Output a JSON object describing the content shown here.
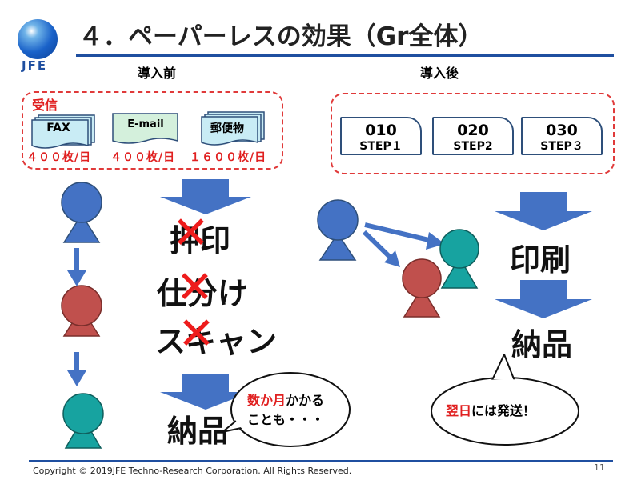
{
  "slide": {
    "title": "４．ペーパーレスの効果（Gr全体）",
    "logo_text": "JFE",
    "before_label": "導入前",
    "after_label": "導入後"
  },
  "receive": {
    "title": "受信",
    "items": [
      {
        "label": "FAX",
        "count": "４００枚/日"
      },
      {
        "label": "E-mail",
        "count": "４００枚/日"
      },
      {
        "label": "郵便物",
        "count": "１６００枚/日"
      }
    ]
  },
  "steps": [
    {
      "number": "010",
      "label": "STEP１"
    },
    {
      "number": "020",
      "label": "STEP2"
    },
    {
      "number": "030",
      "label": "STEP３"
    }
  ],
  "before_process": {
    "items": [
      "押印",
      "仕分け",
      "スキャン"
    ],
    "result": "納品"
  },
  "after_process": {
    "print": "印刷",
    "result": "納品"
  },
  "bubbles": {
    "before_highlight": "数か月",
    "before_rest_1": "かかる",
    "before_line2": "ことも・・・",
    "after_highlight": "翌日",
    "after_rest": "には発送！"
  },
  "footer": {
    "copyright": "Copyright © 2019JFE Techno-Research Corporation. All Rights Reserved.",
    "page": "11"
  },
  "colors": {
    "brand_blue": "#1f4fa0",
    "arrow_blue": "#4472c4",
    "person_blue": "#4472c4",
    "person_red": "#c0504d",
    "person_teal": "#17a3a0",
    "highlight_red": "#e02020"
  }
}
